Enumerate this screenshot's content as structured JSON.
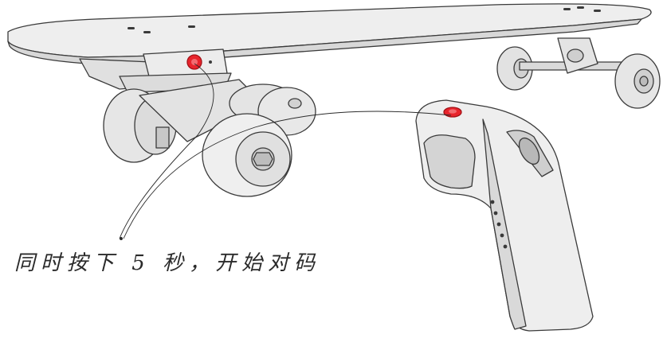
{
  "caption": "同时按下 5 秒，开始对码",
  "colors": {
    "outline": "#3a3a3a",
    "body": "#ececec",
    "shade": "#d6d6d6",
    "button_red": "#e8242c"
  },
  "icons": [
    "skateboard-illustration",
    "remote-controller-illustration",
    "power-button-icon"
  ]
}
